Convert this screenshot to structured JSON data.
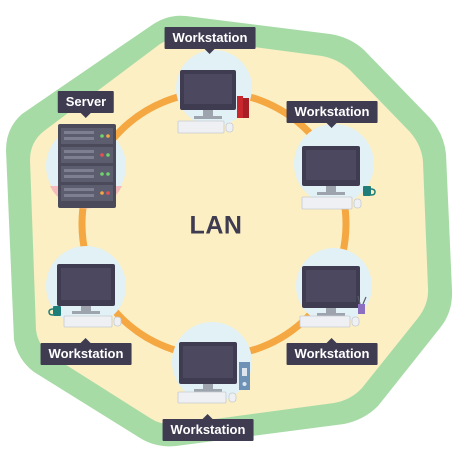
{
  "network": {
    "center_label": "LAN",
    "nodes": [
      {
        "id": "top",
        "label": "Workstation",
        "device": "workstation",
        "accessory": "binders-icon"
      },
      {
        "id": "upper-right",
        "label": "Workstation",
        "device": "workstation",
        "accessory": "mug-icon"
      },
      {
        "id": "lower-right",
        "label": "Workstation",
        "device": "workstation",
        "accessory": "pen-cup-icon"
      },
      {
        "id": "bottom",
        "label": "Workstation",
        "device": "workstation",
        "accessory": "file-folder-icon"
      },
      {
        "id": "lower-left",
        "label": "Workstation",
        "device": "workstation",
        "accessory": "mug-icon"
      },
      {
        "id": "server",
        "label": "Server",
        "device": "server",
        "accessory": ""
      }
    ]
  },
  "colors": {
    "outer_green": "#a6dba5",
    "inner_cream": "#fbefc3",
    "ring_orange": "#f5a742",
    "node_circle": "#e2f1f6",
    "label_bg": "#3f3c52",
    "monitor": "#3f3c52",
    "keyboard": "#eef0f3"
  }
}
